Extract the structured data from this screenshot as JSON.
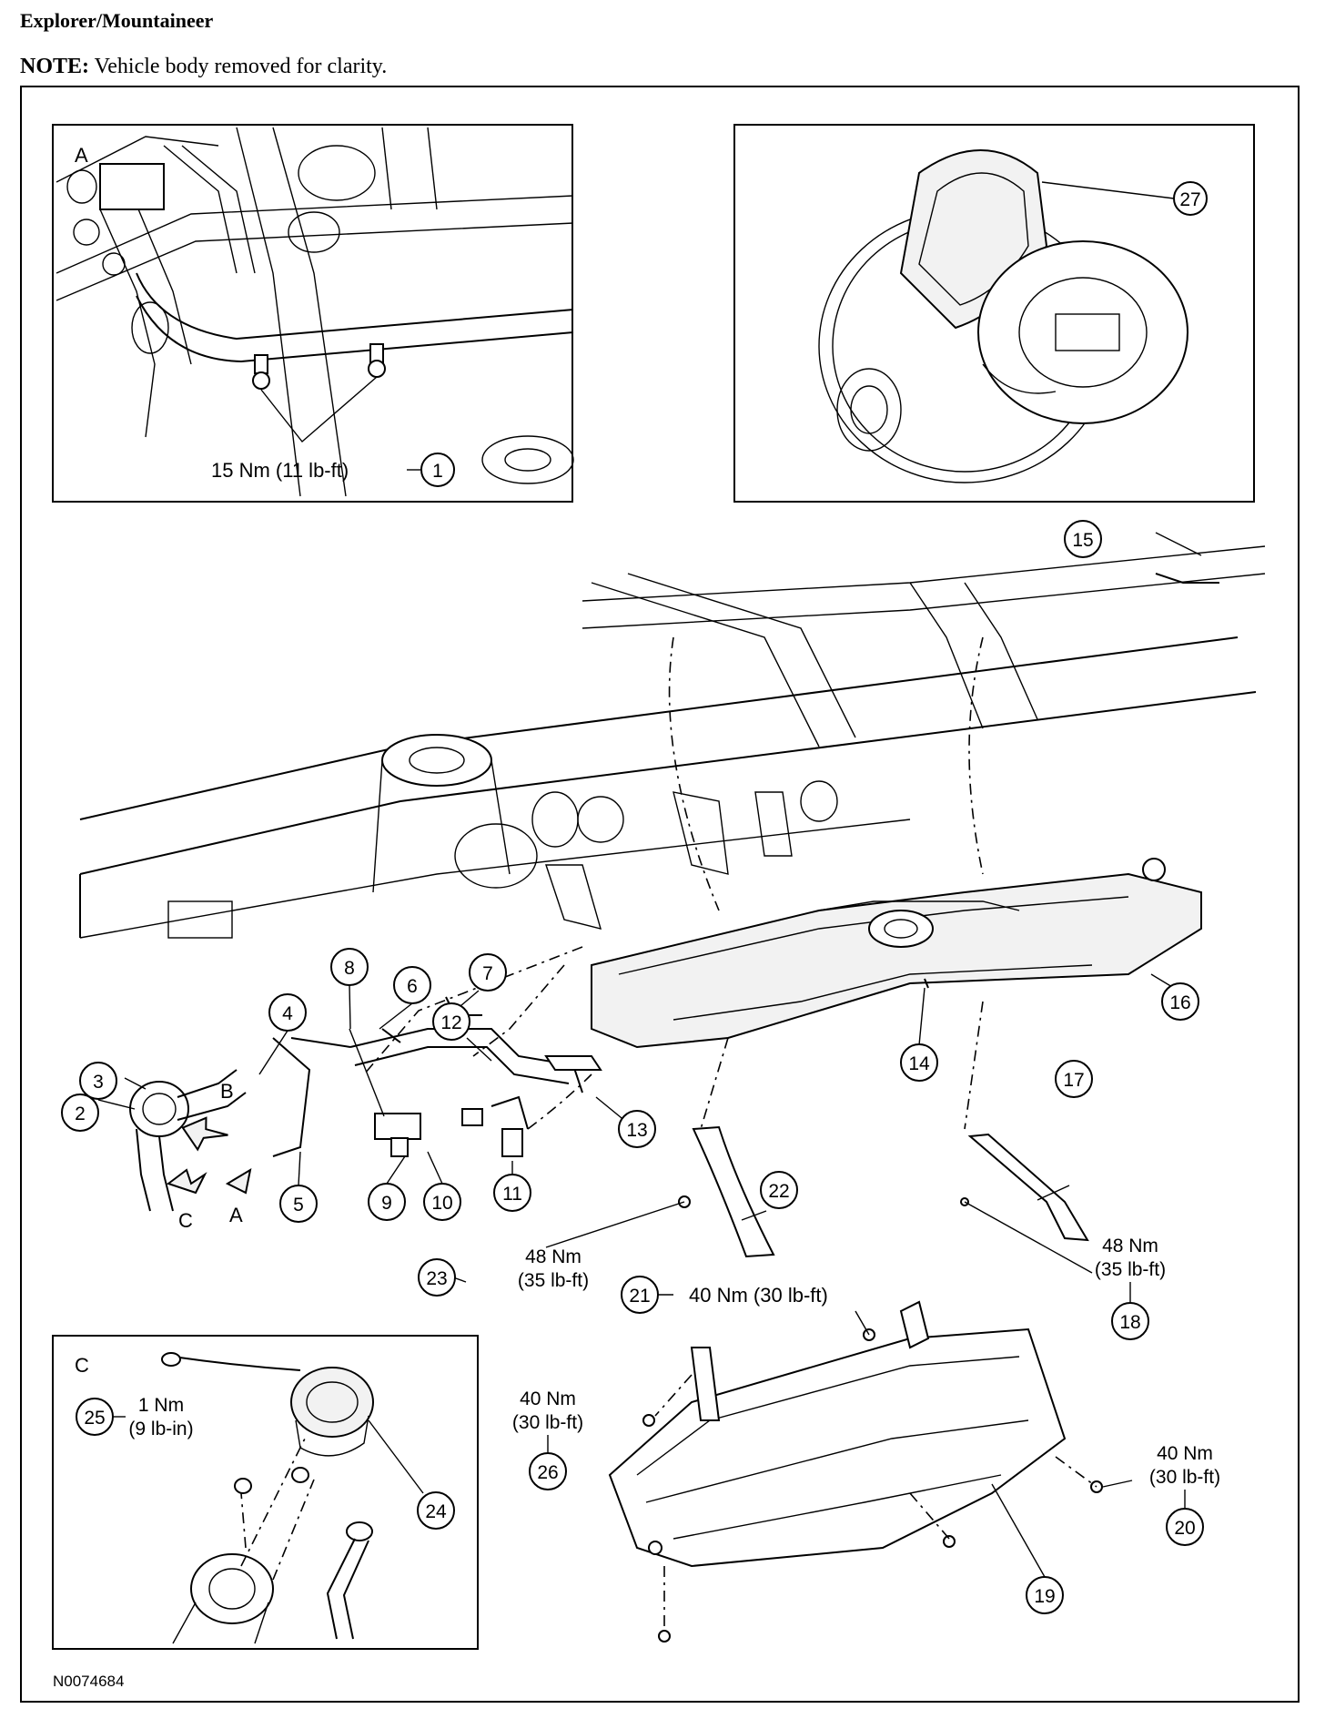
{
  "header": {
    "title": "Explorer/Mountaineer",
    "note_label": "NOTE:",
    "note_text": " Vehicle body removed for clarity."
  },
  "insets": {
    "a": {
      "letter": "A"
    },
    "c": {
      "letter": "C"
    }
  },
  "view_arrows": {
    "a": "A",
    "b": "B",
    "c": "C"
  },
  "torques": {
    "t1": "15 Nm (11 lb-ft)",
    "t23_nm": "48 Nm",
    "t23_lbft": "(35 lb-ft)",
    "t18_nm": "48 Nm",
    "t18_lbft": "(35 lb-ft)",
    "t21": "40 Nm (30 lb-ft)",
    "t26_nm": "40 Nm",
    "t26_lbft": "(30 lb-ft)",
    "t20_nm": "40 Nm",
    "t20_lbft": "(30 lb-ft)",
    "t25_nm": "1 Nm",
    "t25_lbin": "(9 lb-in)"
  },
  "callouts": {
    "c1": "1",
    "c2": "2",
    "c3": "3",
    "c4": "4",
    "c5": "5",
    "c6": "6",
    "c7": "7",
    "c8": "8",
    "c9": "9",
    "c10": "10",
    "c11": "11",
    "c12": "12",
    "c13": "13",
    "c14": "14",
    "c15": "15",
    "c16": "16",
    "c17": "17",
    "c18": "18",
    "c19": "19",
    "c20": "20",
    "c21": "21",
    "c22": "22",
    "c23": "23",
    "c24": "24",
    "c25": "25",
    "c26": "26",
    "c27": "27"
  },
  "figure_id": "N0074684"
}
